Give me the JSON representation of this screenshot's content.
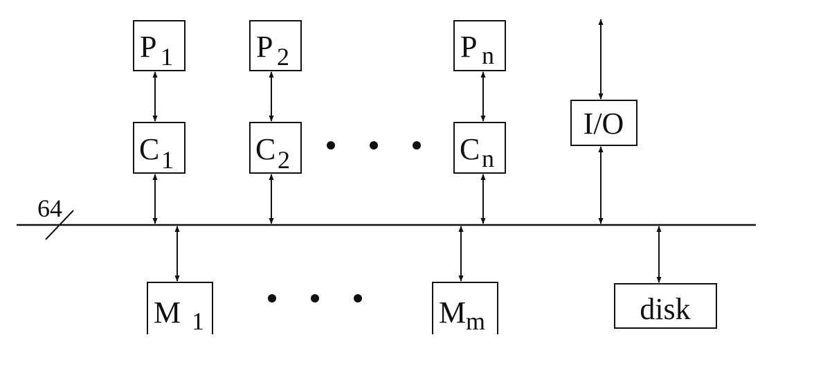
{
  "bus": {
    "width_label": "64"
  },
  "processors": [
    {
      "letter": "P",
      "sub": "1"
    },
    {
      "letter": "P",
      "sub": "2"
    },
    {
      "letter": "P",
      "sub": "n"
    }
  ],
  "caches": [
    {
      "letter": "C",
      "sub": "1"
    },
    {
      "letter": "C",
      "sub": "2"
    },
    {
      "letter": "C",
      "sub": "n"
    }
  ],
  "memories": [
    {
      "letter": "M",
      "sub": "1"
    },
    {
      "letter": "M",
      "sub": "m"
    }
  ],
  "io": {
    "label": "I/O"
  },
  "disk": {
    "label": "disk"
  },
  "colors": {
    "ink": "#111111",
    "background": "#ffffff"
  }
}
